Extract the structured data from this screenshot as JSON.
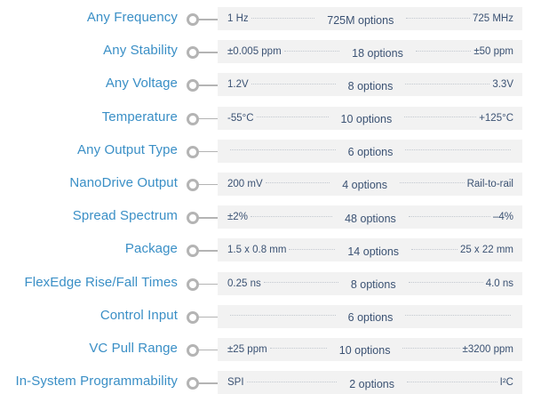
{
  "colors": {
    "label": "#3a8fc6",
    "box_background": "#f2f2f2",
    "box_text": "#3b5273",
    "connector": "#b4b4b4",
    "leader_dots": "#c3c8cf"
  },
  "specs": [
    {
      "label": "Any Frequency",
      "min": "1 Hz",
      "count": "725M options",
      "max": "725 MHz"
    },
    {
      "label": "Any Stability",
      "min": "±0.005 ppm",
      "count": "18 options",
      "max": "±50 ppm"
    },
    {
      "label": "Any Voltage",
      "min": "1.2V",
      "count": "8 options",
      "max": "3.3V"
    },
    {
      "label": "Temperature",
      "min": "-55°C",
      "count": "10 options",
      "max": "+125°C"
    },
    {
      "label": "Any Output Type",
      "min": "",
      "count": "6 options",
      "max": ""
    },
    {
      "label": "NanoDrive Output",
      "min": "200 mV",
      "count": "4 options",
      "max": "Rail-to-rail"
    },
    {
      "label": "Spread Spectrum",
      "min": "±2%",
      "count": "48 options",
      "max": "–4%"
    },
    {
      "label": "Package",
      "min": "1.5 x 0.8 mm",
      "count": "14 options",
      "max": "25 x 22 mm"
    },
    {
      "label": "FlexEdge Rise/Fall Times",
      "min": "0.25 ns",
      "count": "8 options",
      "max": "4.0 ns"
    },
    {
      "label": "Control Input",
      "min": "",
      "count": "6 options",
      "max": ""
    },
    {
      "label": "VC Pull Range",
      "min": "±25 ppm",
      "count": "10 options",
      "max": "±3200 ppm"
    },
    {
      "label": "In-System Programmability",
      "min": "SPI",
      "count": "2 options",
      "max": "I²C"
    }
  ]
}
